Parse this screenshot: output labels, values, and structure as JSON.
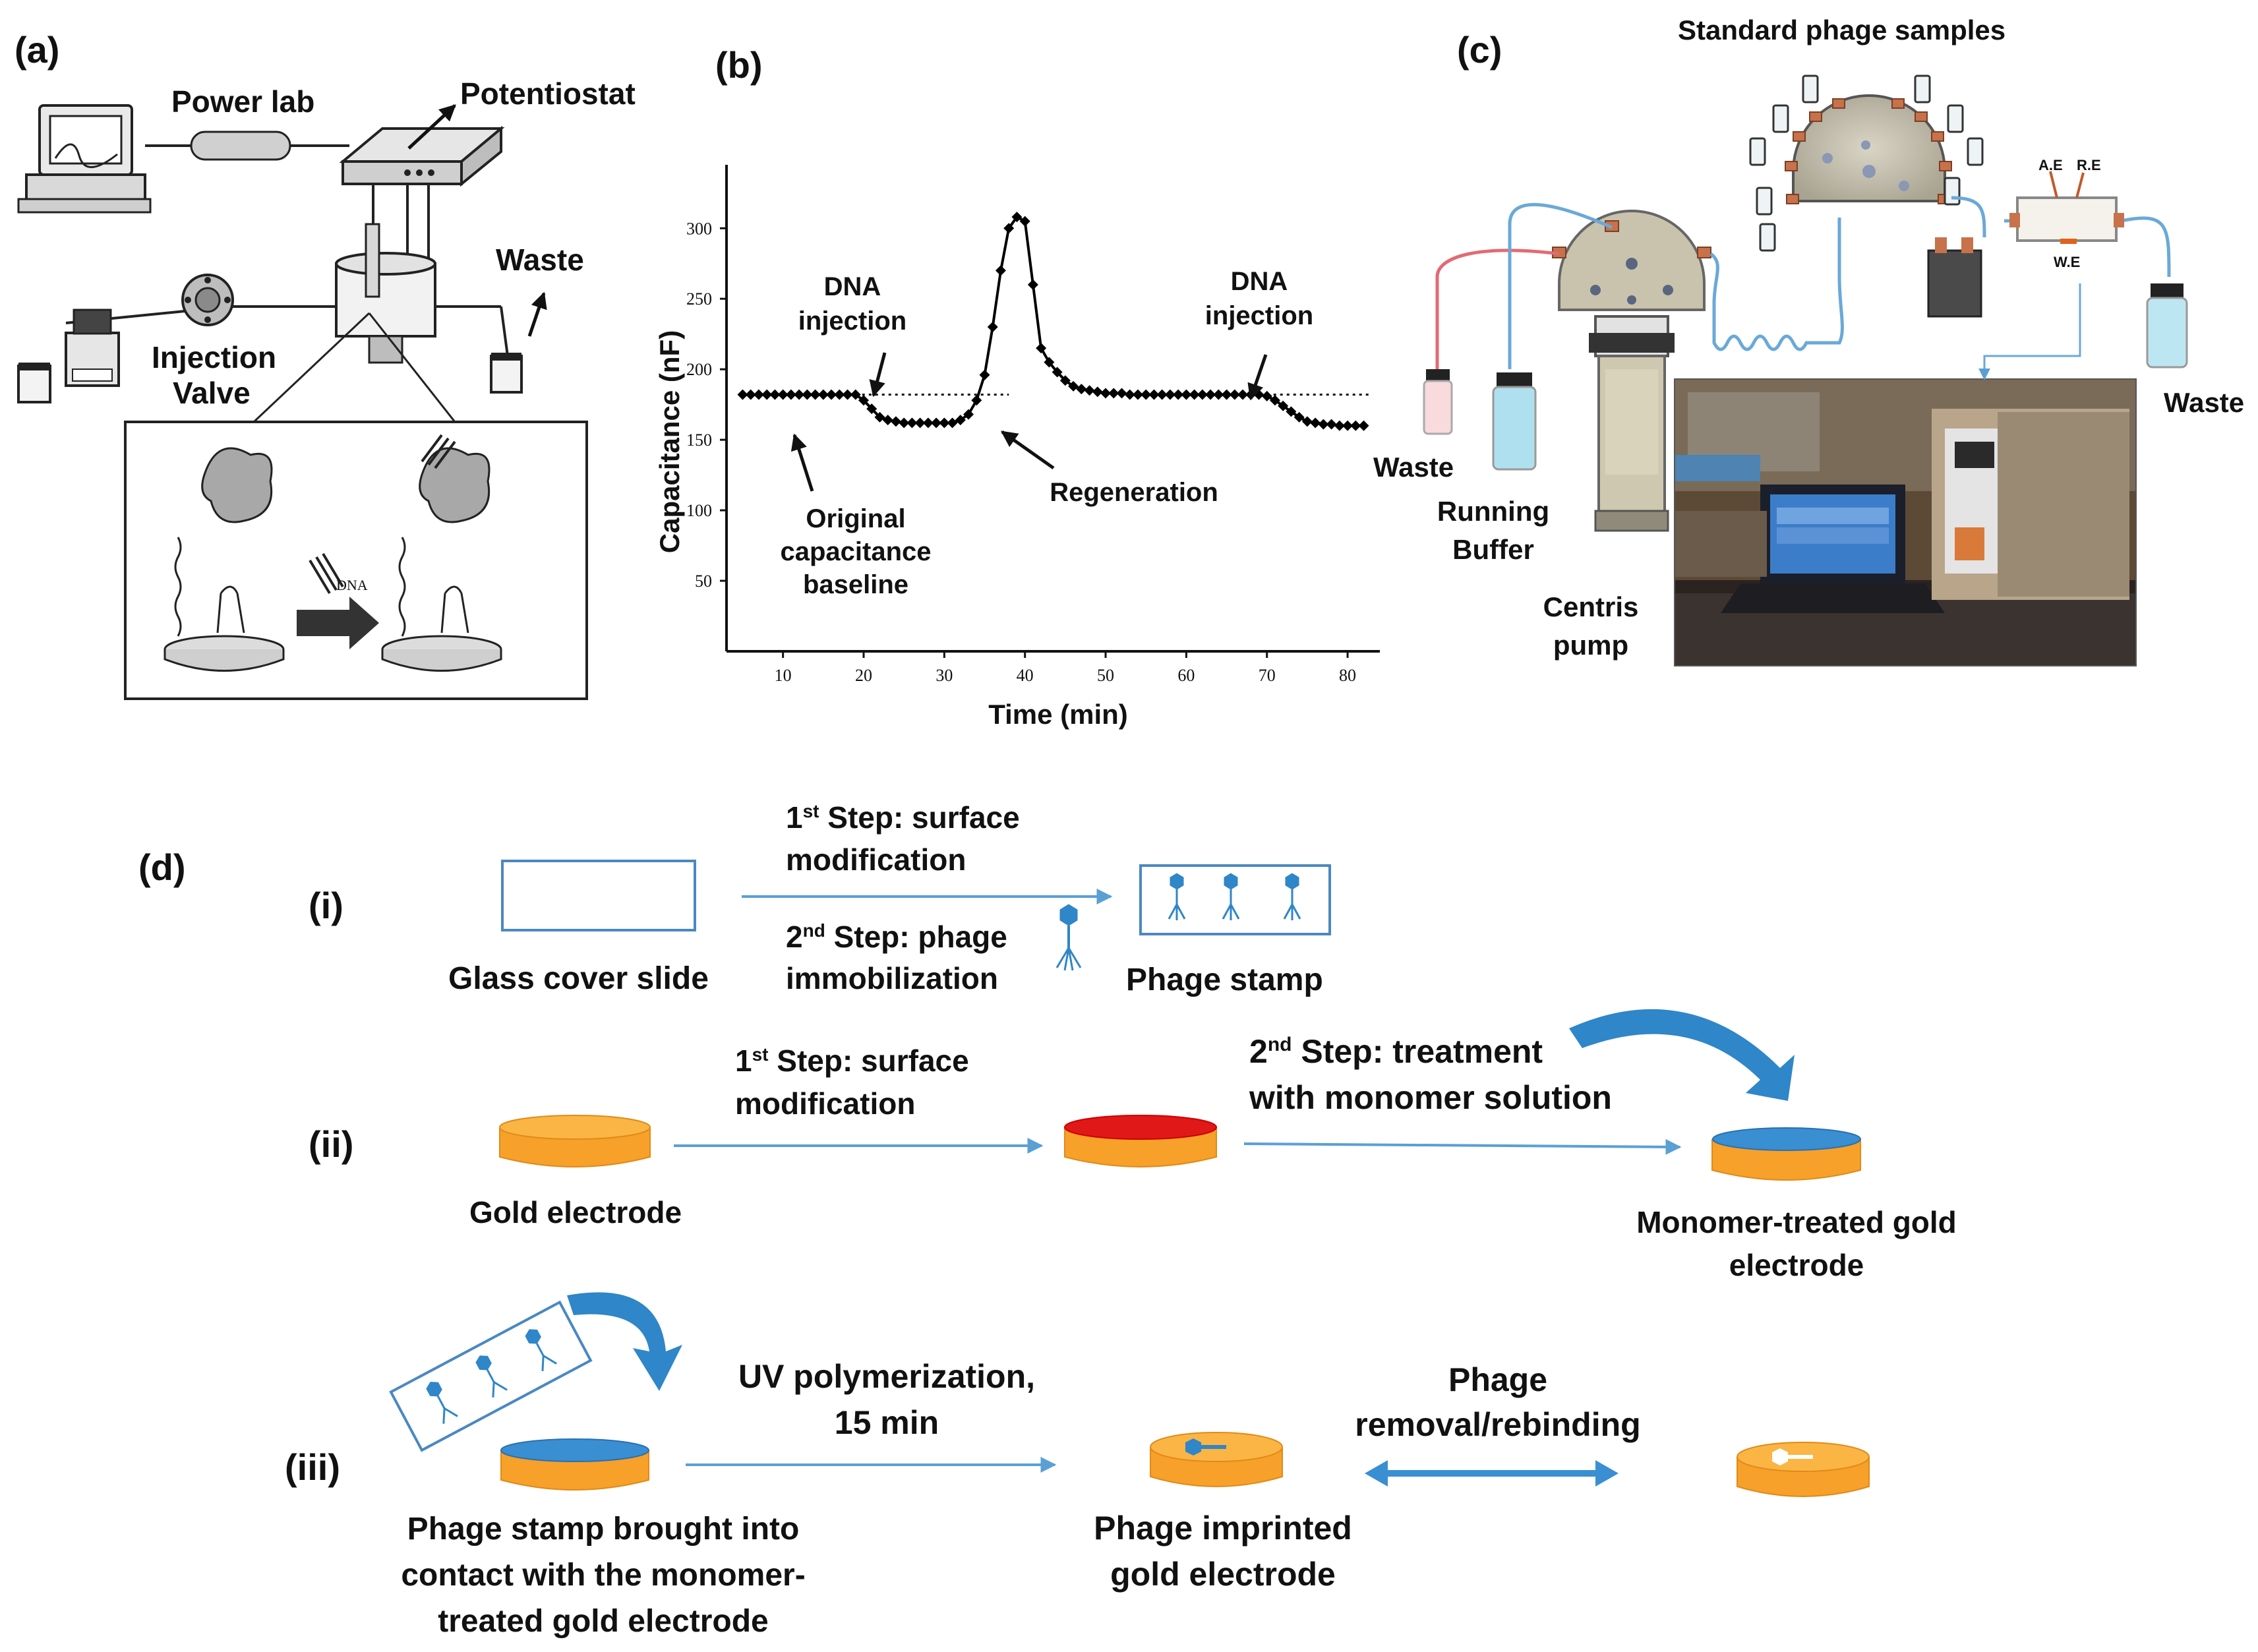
{
  "panel_labels": {
    "a": "(a)",
    "b": "(b)",
    "c": "(c)",
    "d": "(d)"
  },
  "panel_a": {
    "power_lab": "Power lab",
    "potentiostat": "Potentiostat",
    "waste": "Waste",
    "injection_valve": [
      "Injection",
      "Valve"
    ],
    "dna": "DNA"
  },
  "panel_b": {
    "ylabel": "Capacitance (nF)",
    "xlabel": "Time (min)",
    "annotations": {
      "dna_injection_1": [
        "DNA",
        "injection"
      ],
      "dna_injection_2": [
        "DNA",
        "injection"
      ],
      "regeneration": "Regeneration",
      "baseline": [
        "Original",
        "capacitance",
        "baseline"
      ]
    }
  },
  "chart_data": {
    "type": "line",
    "title": "",
    "xlabel": "Time (min)",
    "ylabel": "Capacitance (nF)",
    "xlim": [
      3,
      84
    ],
    "ylim": [
      0,
      345
    ],
    "x_ticks": [
      10,
      20,
      30,
      40,
      50,
      60,
      70,
      80
    ],
    "y_ticks": [
      50,
      100,
      150,
      200,
      250,
      300
    ],
    "grid": false,
    "series": [
      {
        "marker": "diamond",
        "x": [
          5,
          6,
          7,
          8,
          9,
          10,
          11,
          12,
          13,
          14,
          15,
          16,
          17,
          18,
          19,
          20,
          21,
          22,
          23,
          24,
          25,
          26,
          27,
          28,
          29,
          30,
          31,
          32,
          33,
          34,
          35,
          36,
          37,
          38,
          39,
          40,
          41,
          42,
          43,
          44,
          45,
          46,
          47,
          48,
          49,
          50,
          51,
          52,
          53,
          54,
          55,
          56,
          57,
          58,
          59,
          60,
          61,
          62,
          63,
          64,
          65,
          66,
          67,
          68,
          69,
          70,
          71,
          72,
          73,
          74,
          75,
          76,
          77,
          78,
          79,
          80,
          81,
          82
        ],
        "y": [
          182,
          182,
          182,
          182,
          182,
          182,
          182,
          182,
          182,
          182,
          182,
          182,
          182,
          182,
          182,
          178,
          172,
          166,
          164,
          163,
          162,
          162,
          162,
          162,
          162,
          162,
          162,
          164,
          168,
          178,
          196,
          230,
          270,
          300,
          308,
          305,
          260,
          215,
          205,
          198,
          192,
          188,
          186,
          185,
          184,
          183,
          183,
          183,
          182,
          182,
          182,
          182,
          182,
          182,
          182,
          182,
          182,
          182,
          182,
          182,
          182,
          182,
          182,
          182,
          182,
          181,
          178,
          174,
          170,
          166,
          163,
          162,
          161,
          161,
          160,
          160,
          160,
          160
        ]
      }
    ],
    "reference_lines": [
      {
        "style": "dotted",
        "y": 182,
        "x_range": [
          19,
          38
        ]
      },
      {
        "style": "dotted",
        "y": 182,
        "x_range": [
          70,
          83
        ]
      }
    ]
  },
  "panel_c": {
    "standard_phage_samples": "Standard phage samples",
    "waste_right": "Waste",
    "waste_left": "Waste",
    "running_buffer": [
      "Running",
      "Buffer"
    ],
    "centris_pump": [
      "Centris",
      "pump"
    ],
    "electrode_labels": {
      "ae": "A.E",
      "re": "R.E",
      "we": "W.E"
    }
  },
  "panel_d": {
    "row_i": {
      "label": "(i)",
      "step1": {
        "pre": "1",
        "sup": "st",
        "post": " Step: surface",
        "line2": "modification"
      },
      "step2": {
        "pre": "2",
        "sup": "nd",
        "post": " Step: phage",
        "line2": "immobilization"
      },
      "glass": "Glass cover slide",
      "stamp": "Phage stamp"
    },
    "row_ii": {
      "label": "(ii)",
      "step1": {
        "pre": "1",
        "sup": "st",
        "post": " Step: surface",
        "line2": "modification"
      },
      "step2": {
        "pre": "2",
        "sup": "nd",
        "post": " Step: treatment",
        "line2": "with monomer solution"
      },
      "gold": "Gold electrode",
      "monomer": [
        "Monomer-treated gold",
        "electrode"
      ]
    },
    "row_iii": {
      "label": "(iii)",
      "uv": [
        "UV polymerization,",
        "15 min"
      ],
      "removal": [
        "Phage",
        "removal/rebinding"
      ],
      "stamp_contact": [
        "Phage stamp brought into",
        "contact with the monomer-",
        "treated gold electrode"
      ],
      "imprinted": [
        "Phage imprinted",
        "gold electrode"
      ]
    }
  },
  "colors": {
    "arrow_blue": "#5aa0d4",
    "gold": "#f7a02a",
    "gold_top": "#fbb545",
    "monomer_blue": "#3a8ed2",
    "red_layer": "#e01818",
    "phage_blue": "#2f86c8",
    "curve": "#000000"
  }
}
